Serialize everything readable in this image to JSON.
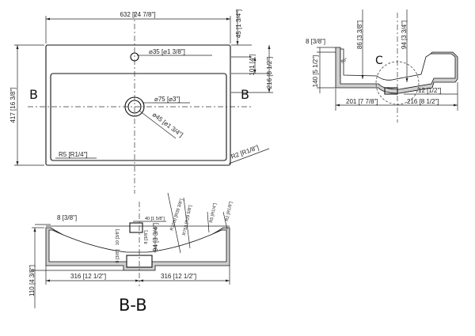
{
  "plan_view": {
    "width_dim": "632 [24 7/8\"]",
    "height_dim": "417 [16 3/8\"]",
    "top_offset_dim": "45 [1 3/4\"]",
    "tap_to_basin_dim": "101 [4\"]",
    "basin_depth_dim": "216 [8 1/2\"]",
    "tap_hole_dim": "⌀35 [⌀1 3/8\"]",
    "drain_dim": "⌀75 [⌀3\"]",
    "drain_inner_dim": "⌀45 [⌀1 3/4\"]",
    "inner_radius_dim": "R5 [R1/4\"]",
    "outer_radius_dim": "R2 [R1/8\"]",
    "section_marker_left": "B",
    "section_marker_right": "B"
  },
  "side_section": {
    "lip_dim": "8 [3/8\"]",
    "inner_depth_dim": "86 [3 3/8\"]",
    "outer_depth_dim": "94 [3 3/4\"]",
    "height_dim": "140 [5 1/2\"]",
    "angle_dim": "86°",
    "detail_label": "C",
    "left_width_dim": "201 [7 7/8\"]",
    "right_width_dim": "216 [8 1/2\"]",
    "drain_offset_dim": "12 [1/2\"]"
  },
  "section_bb": {
    "lip_dim": "8 [3/8\"]",
    "height_dim": "110 [4 3/8\"]",
    "left_half_dim": "316 [12 1/2\"]",
    "right_half_dim": "316 [12 1/2\"]",
    "depth_dim": "94 [3 3/4\"]",
    "drain_rim_dim": "40 [1 5/8\"]",
    "small_dim_a": "10 [3/8\"]",
    "small_dim_b": "8 [3/8\"]",
    "small_dim_c": "8 [3/8\"]",
    "radius_a": "R1000 [R39 3/8\"]",
    "radius_b": "R753 [R29 5/8\"]",
    "radius_c": "R2 [R1/8\"]",
    "radius_d": "R5 [R1/4\"]",
    "title": "B-B"
  }
}
